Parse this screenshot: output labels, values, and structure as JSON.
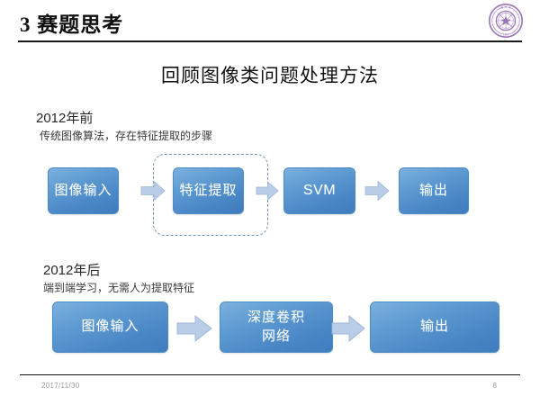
{
  "slide": {
    "title": "3 赛题思考",
    "subtitle": "回顾图像类问题处理方法",
    "logo_name": "university-seal-logo",
    "logo_color": "#9a74b8"
  },
  "sections": [
    {
      "heading": "2012年前",
      "description": "传统图像算法，存在特征提取的步骤",
      "highlight": {
        "present": true,
        "target_index": 1,
        "style": "dashed-rounded-rect",
        "color": "#6f93bd"
      },
      "flow": [
        {
          "label": "图像输入",
          "script": "cjk"
        },
        {
          "label": "特征提取",
          "script": "cjk"
        },
        {
          "label": "SVM",
          "script": "latin"
        },
        {
          "label": "输出",
          "script": "cjk"
        }
      ],
      "arrow_label": "right-arrow"
    },
    {
      "heading": "2012年后",
      "description": "端到端学习，无需人为提取特征",
      "highlight": {
        "present": false
      },
      "flow": [
        {
          "label": "图像输入",
          "script": "cjk"
        },
        {
          "label": "深度卷积\n网络",
          "script": "cjk"
        },
        {
          "label": "输出",
          "script": "cjk"
        }
      ],
      "arrow_label": "right-arrow"
    }
  ],
  "footer": {
    "date": "2017/11/30",
    "page_number": "8"
  },
  "colors": {
    "box_gradient_top": "#7cb0de",
    "box_gradient_bottom": "#3f7cbe",
    "box_border": "#4e8cc6",
    "arrow_fill": "#b9cde6",
    "arrow_stroke": "#9bb6d8",
    "rule": "#1a1a1a",
    "footer_text": "#9a9a9a"
  }
}
